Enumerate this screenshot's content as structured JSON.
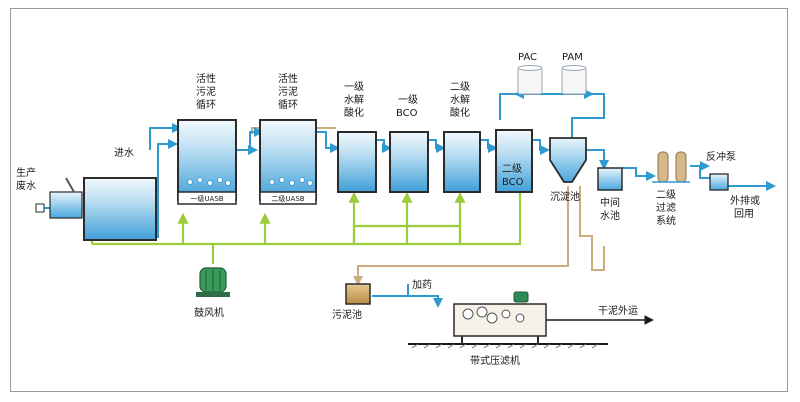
{
  "labels": {
    "raw_water": [
      "生产",
      "废水"
    ],
    "inlet": "进水",
    "uasb1_top": [
      "活性",
      "污泥",
      "循环"
    ],
    "uasb1_tag": "一级UASB",
    "uasb2_top": [
      "活性",
      "污泥",
      "循环"
    ],
    "uasb2_tag": "二级UASB",
    "hydro1": [
      "一级",
      "水解",
      "酸化"
    ],
    "bco1": [
      "一级",
      "BCO"
    ],
    "hydro2": [
      "二级",
      "水解",
      "酸化"
    ],
    "bco2": [
      "二级",
      "BCO"
    ],
    "pac": "PAC",
    "pam": "PAM",
    "settling": "沉淀池",
    "mid_tank": [
      "中间",
      "水池"
    ],
    "filter": [
      "二级",
      "过滤",
      "系统"
    ],
    "backwash_pump": "反冲泵",
    "discharge": [
      "外排或",
      "回用"
    ],
    "blower": "鼓风机",
    "sludge_tank": "污泥池",
    "dosing": "加药",
    "dry_sludge": "干泥外运",
    "belt_press": "带式压滤机"
  },
  "colors": {
    "water": "#2e9ad0",
    "air": "#9ccc3c",
    "sludge": "#c9ad7e",
    "tank_border": "#2b2b2b",
    "tank_fill": "#4aa8de",
    "machine": "#2e8b57"
  }
}
